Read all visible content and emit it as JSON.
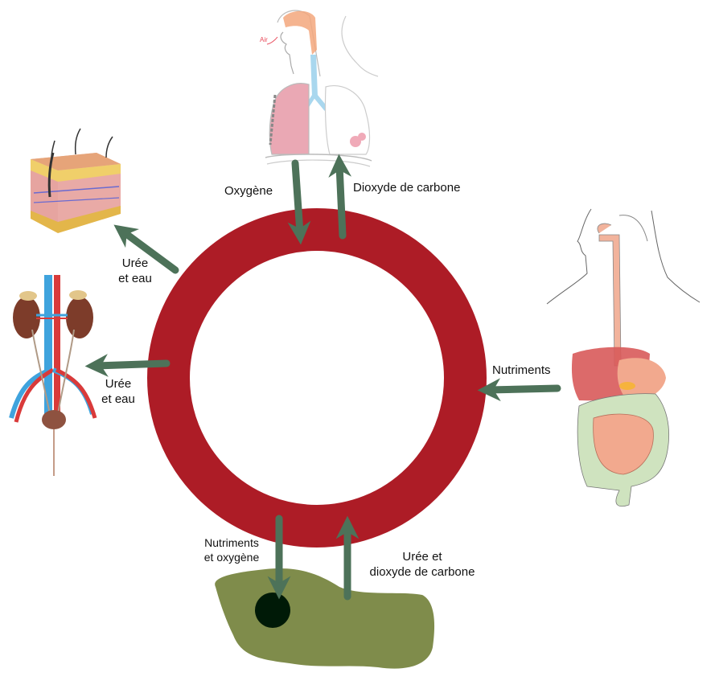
{
  "title": "Circulation sanguine et échanges avec les organes",
  "colors": {
    "blood_ring": "#ad1c26",
    "arrow": "#4d7259",
    "cell": "#7f8c4b",
    "nucleus": "#001a07"
  },
  "organs": {
    "lungs": "poumons",
    "skin": "peau",
    "kidneys": "reins",
    "digestive": "appareil digestif",
    "cell": "cellule"
  },
  "labels": {
    "oxygen": "Oxygène",
    "carbon_dioxide": "Dioxyde de carbone",
    "skin_urea_line1": "Urée",
    "skin_urea_line2": "et eau",
    "kidney_urea_line1": "Urée",
    "kidney_urea_line2": "et eau",
    "nutrients": "Nutriments",
    "cell_in_line1": "Nutriments",
    "cell_in_line2": "et oxygène",
    "cell_out_line1": "Urée et",
    "cell_out_line2": "dioxyde de carbone",
    "air": "Air"
  }
}
